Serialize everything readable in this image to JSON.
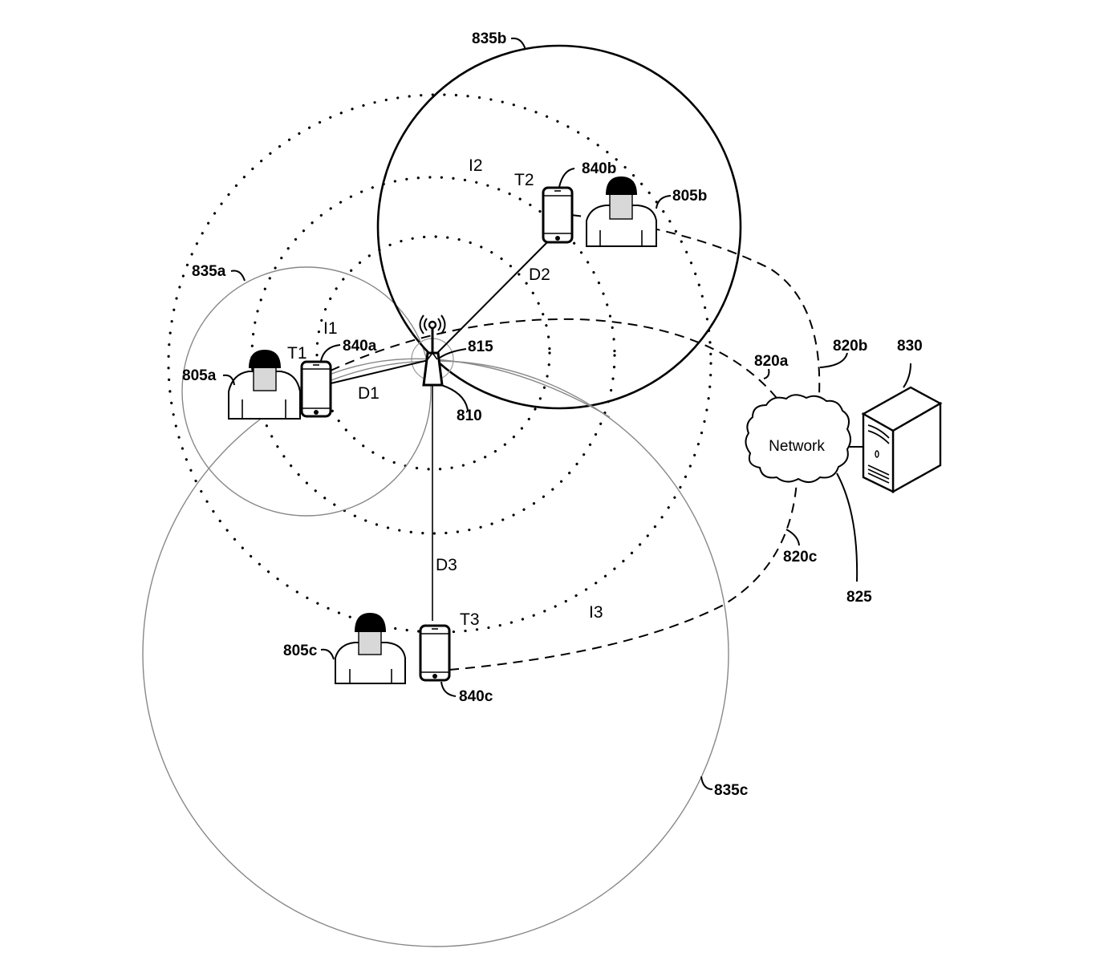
{
  "figure": {
    "labels": {
      "coverage_a": "835a",
      "coverage_b": "835b",
      "coverage_c": "835c",
      "user_a": "805a",
      "user_b": "805b",
      "user_c": "805c",
      "device_a": "840a",
      "device_b": "840b",
      "device_c": "840c",
      "base_station": "810",
      "antenna_zone": "815",
      "link_a": "820a",
      "link_b": "820b",
      "link_c": "820c",
      "network_link": "825",
      "server": "830"
    },
    "time_labels": {
      "t1": "T1",
      "t2": "T2",
      "t3": "T3"
    },
    "intensity_labels": {
      "i1": "I1",
      "i2": "I2",
      "i3": "I3"
    },
    "distance_labels": {
      "d1": "D1",
      "d2": "D2",
      "d3": "D3"
    },
    "network_text": "Network",
    "icons": {
      "tower": "cell-tower-icon",
      "phone": "smartphone-icon",
      "person": "person-icon",
      "cloud": "network-cloud-icon",
      "server": "server-tower-icon"
    }
  }
}
